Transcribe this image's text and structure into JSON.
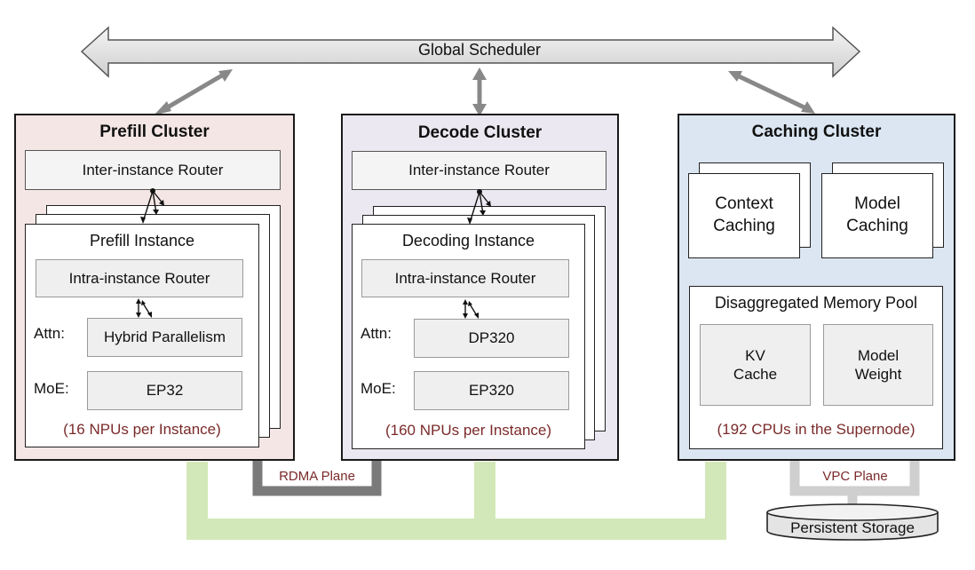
{
  "scheduler": {
    "label": "Global Scheduler"
  },
  "prefill": {
    "title": "Prefill Cluster",
    "router": "Inter-instance Router",
    "instance_title": "Prefill Instance",
    "intra_router": "Intra-instance Router",
    "attn_label": "Attn:",
    "attn_value": "Hybrid Parallelism",
    "moe_label": "MoE:",
    "moe_value": "EP32",
    "note": "(16 NPUs per Instance)"
  },
  "decode": {
    "title": "Decode Cluster",
    "router": "Inter-instance Router",
    "instance_title": "Decoding Instance",
    "intra_router": "Intra-instance Router",
    "attn_label": "Attn:",
    "attn_value": "DP320",
    "moe_label": "MoE:",
    "moe_value": "EP320",
    "note": "(160 NPUs per Instance)"
  },
  "caching": {
    "title": "Caching Cluster",
    "context_line1": "Context",
    "context_line2": "Caching",
    "model_line1": "Model",
    "model_line2": "Caching",
    "pool_title": "Disaggregated Memory Pool",
    "kv_line1": "KV",
    "kv_line2": "Cache",
    "weight_line1": "Model",
    "weight_line2": "Weight",
    "note": "(192 CPUs in the Supernode)"
  },
  "planes": {
    "rdma": "RDMA Plane",
    "vpc": "VPC Plane"
  },
  "storage": {
    "label": "Persistent Storage"
  },
  "colors": {
    "prefill_bg": "#f3e6e4",
    "decode_bg": "#ebe8f1",
    "caching_bg": "#dbe6f2",
    "rdma_line": "#7a7a7a",
    "vpc_line": "#cfcfcf",
    "green_plane": "#d3e8b8",
    "note_text": "#7b2a2a"
  }
}
